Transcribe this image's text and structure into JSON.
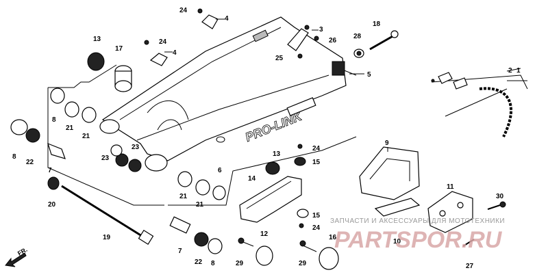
{
  "diagram": {
    "labels": [
      "1",
      "2",
      "3",
      "4",
      "4",
      "5",
      "6",
      "7",
      "7",
      "8",
      "8",
      "8",
      "9",
      "10",
      "11",
      "12",
      "13",
      "13",
      "14",
      "15",
      "15",
      "16",
      "17",
      "18",
      "19",
      "20",
      "21",
      "21",
      "21",
      "21",
      "22",
      "22",
      "23",
      "23",
      "24",
      "24",
      "24",
      "24",
      "25",
      "26",
      "27",
      "28",
      "29",
      "29",
      "30"
    ],
    "front_marker": "FR.",
    "brand_text": "PRO-LINK"
  },
  "watermark": {
    "top_text": "ЗАПЧАСТИ И АКСЕССУАРЫ ДЛЯ МОТОТЕХНИКИ",
    "main_text": "PARTSPOR.RU"
  }
}
